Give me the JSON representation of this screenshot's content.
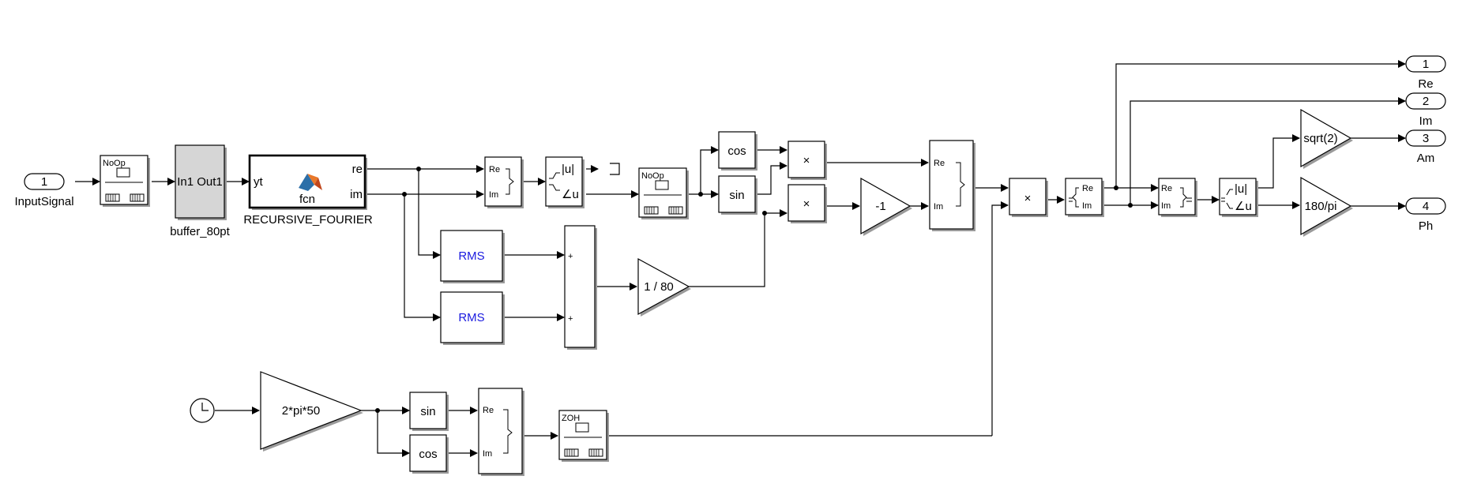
{
  "blocks": {
    "inport": {
      "number": "1",
      "name": "InputSignal"
    },
    "noop1": {
      "label": "NoOp"
    },
    "buffer": {
      "label": "In1 Out1",
      "name": "buffer_80pt"
    },
    "fourier": {
      "port_in": "yt",
      "port_re": "re",
      "port_im": "im",
      "fcn": "fcn",
      "name": "RECURSIVE_FOURIER"
    },
    "r2c1": {
      "re": "Re",
      "im": "Im"
    },
    "c2mp1": {
      "mag": "|u|",
      "ang": "∠u"
    },
    "noop2": {
      "label": "NoOp"
    },
    "cos1": {
      "label": "cos"
    },
    "sin1": {
      "label": "sin"
    },
    "mult_top": {
      "label": "×"
    },
    "mult_bot": {
      "label": "×"
    },
    "gain_neg": {
      "label": "-1"
    },
    "r2c2": {
      "re": "Re",
      "im": "Im"
    },
    "rms1": {
      "label": "RMS"
    },
    "rms2": {
      "label": "RMS"
    },
    "sum": {
      "plus1": "+",
      "plus2": "+"
    },
    "gain_div": {
      "label": "1 / 80"
    },
    "mult_main": {
      "label": "×"
    },
    "c2ri": {
      "re": "Re",
      "im": "Im"
    },
    "r2c3": {
      "re": "Re",
      "im": "Im"
    },
    "c2mp2": {
      "mag": "|u|",
      "ang": "∠u"
    },
    "gain_sqrt": {
      "label": "sqrt(2)"
    },
    "gain_deg": {
      "label": "180/pi"
    },
    "gain_omega": {
      "label": "2*pi*50"
    },
    "sin2": {
      "label": "sin"
    },
    "cos2": {
      "label": "cos"
    },
    "r2c4": {
      "re": "Re",
      "im": "Im"
    },
    "zoh": {
      "label": "ZOH"
    }
  },
  "outports": [
    {
      "number": "1",
      "name": "Re"
    },
    {
      "number": "2",
      "name": "Im"
    },
    {
      "number": "3",
      "name": "Am"
    },
    {
      "number": "4",
      "name": "Ph"
    }
  ]
}
